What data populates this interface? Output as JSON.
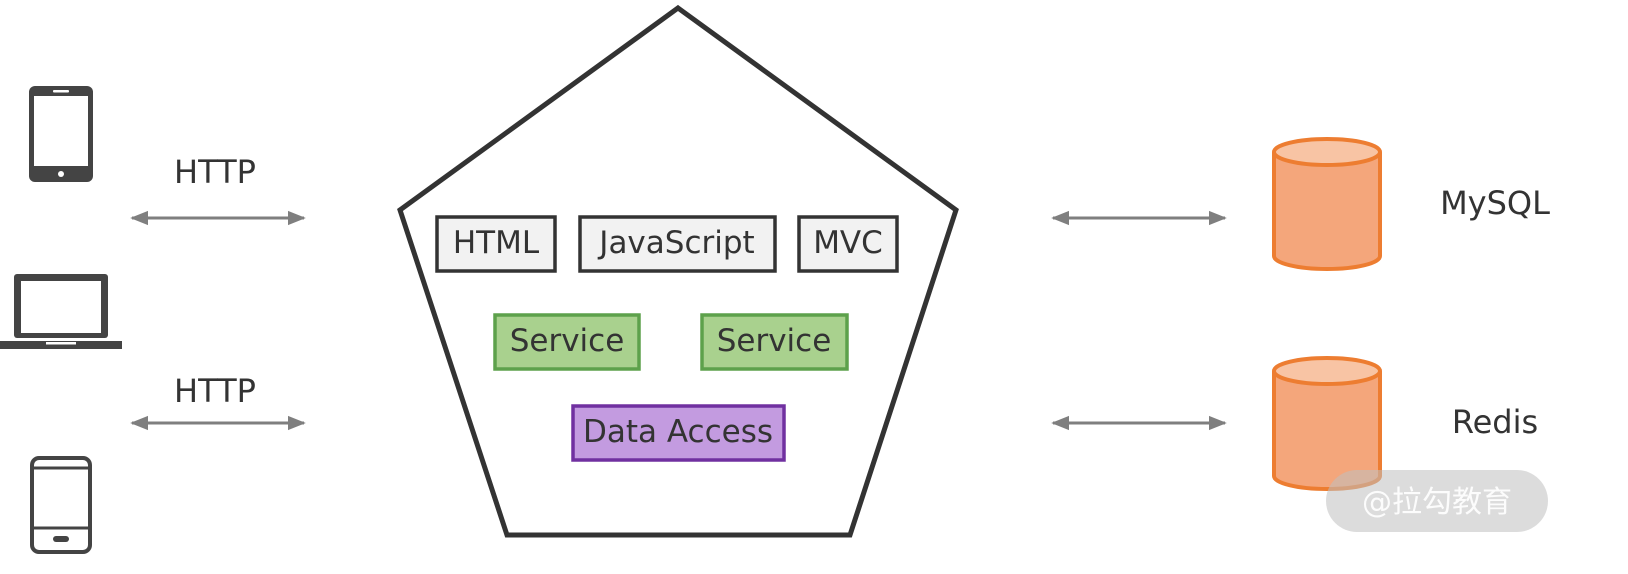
{
  "left_connections": [
    {
      "protocol": "HTTP"
    },
    {
      "protocol": "HTTP"
    }
  ],
  "clients": [
    {
      "icon": "tablet-icon"
    },
    {
      "icon": "laptop-icon"
    },
    {
      "icon": "smartphone-icon"
    }
  ],
  "app": {
    "view_layer": [
      "HTML",
      "JavaScript",
      "MVC"
    ],
    "service_layer": [
      "Service",
      "Service"
    ],
    "data_layer": "Data Access"
  },
  "datastores": [
    {
      "name": "MySQL",
      "icon": "database-icon"
    },
    {
      "name": "Redis",
      "icon": "database-icon"
    }
  ],
  "watermark": "@拉勾教育",
  "colors": {
    "outline": "#333333",
    "view_fill": "#f2f2f2",
    "service_fill": "#a9d18e",
    "service_stroke": "#5da14b",
    "data_fill": "#c39be0",
    "data_stroke": "#7030a0",
    "db_fill": "#f4a67b",
    "db_top": "#f8c4a4",
    "db_stroke": "#ed7d31",
    "arrow": "#7f7f7f"
  }
}
